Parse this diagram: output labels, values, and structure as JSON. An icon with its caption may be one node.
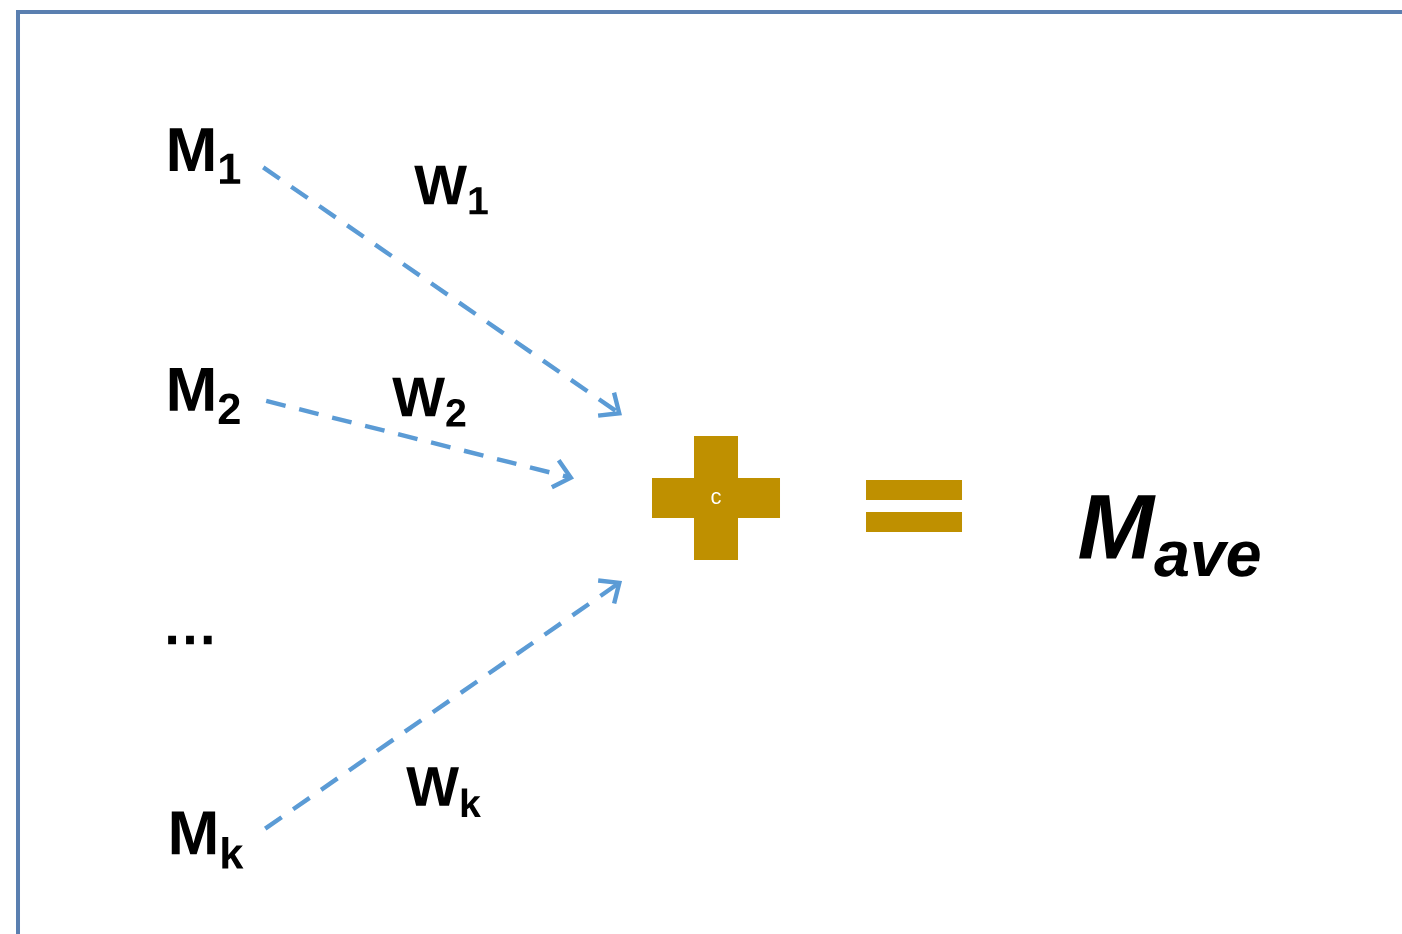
{
  "diagram": {
    "nodes": [
      {
        "text": [
          "M$_{1}$"
        ]
      },
      {
        "text": [
          "M$_{2}$"
        ]
      },
      {
        "text": [
          "M$_{k}$"
        ]
      },
      {
        "text": [
          "c"
        ]
      },
      {
        "text": [
          "M$_{ave}$"
        ]
      }
    ],
    "edges": [
      {
        "from": 0,
        "to": 3,
        "arrow": "to",
        "style": "dashed",
        "label": "W$_{1}$"
      },
      {
        "from": 1,
        "to": 3,
        "arrow": "to",
        "style": "dashed",
        "label": "W$_{2}$"
      },
      {
        "from": 2,
        "to": 3,
        "arrow": "to",
        "style": "dashed",
        "label": "W$_{k}$"
      }
    ],
    "labels": [
      "…"
    ]
  }
}
